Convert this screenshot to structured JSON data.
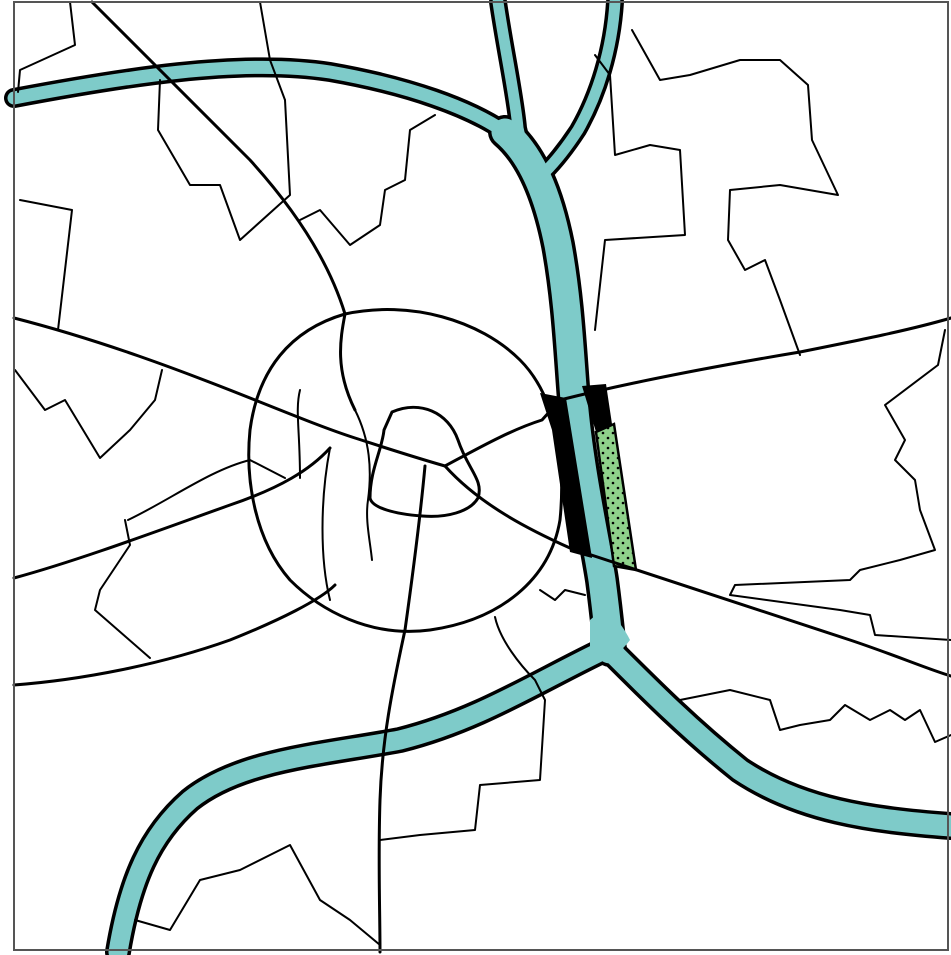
{
  "map": {
    "colors": {
      "water": "#7ecbc9",
      "park": "#8fd18b",
      "built_block": "#000000",
      "road_stroke": "#000000",
      "background": "#ffffff",
      "frame": "#555555"
    },
    "features": {
      "river_count": 4,
      "ring_roads": 2,
      "highlighted_blocks": 2,
      "park_count": 1
    }
  }
}
